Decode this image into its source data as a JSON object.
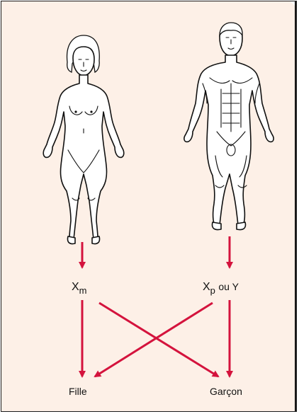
{
  "colors": {
    "background": "#fdf0e7",
    "arrow": "#d4133d",
    "ink": "#111111"
  },
  "figures": [
    {
      "name": "female-figure"
    },
    {
      "name": "male-figure"
    }
  ],
  "labels": {
    "female_gamete_base": "X",
    "female_gamete_sub": "m",
    "male_gamete_base": "X",
    "male_gamete_sub": "p",
    "male_gamete_rest": "ou Y",
    "daughter": "Fille",
    "son": "Garçon"
  },
  "arrows": [
    {
      "from": "female-figure",
      "to": "female-gamete"
    },
    {
      "from": "male-figure",
      "to": "male-gamete"
    },
    {
      "from": "female-gamete",
      "to": "daughter"
    },
    {
      "from": "female-gamete",
      "to": "son"
    },
    {
      "from": "male-gamete",
      "to": "daughter"
    },
    {
      "from": "male-gamete",
      "to": "son"
    }
  ]
}
